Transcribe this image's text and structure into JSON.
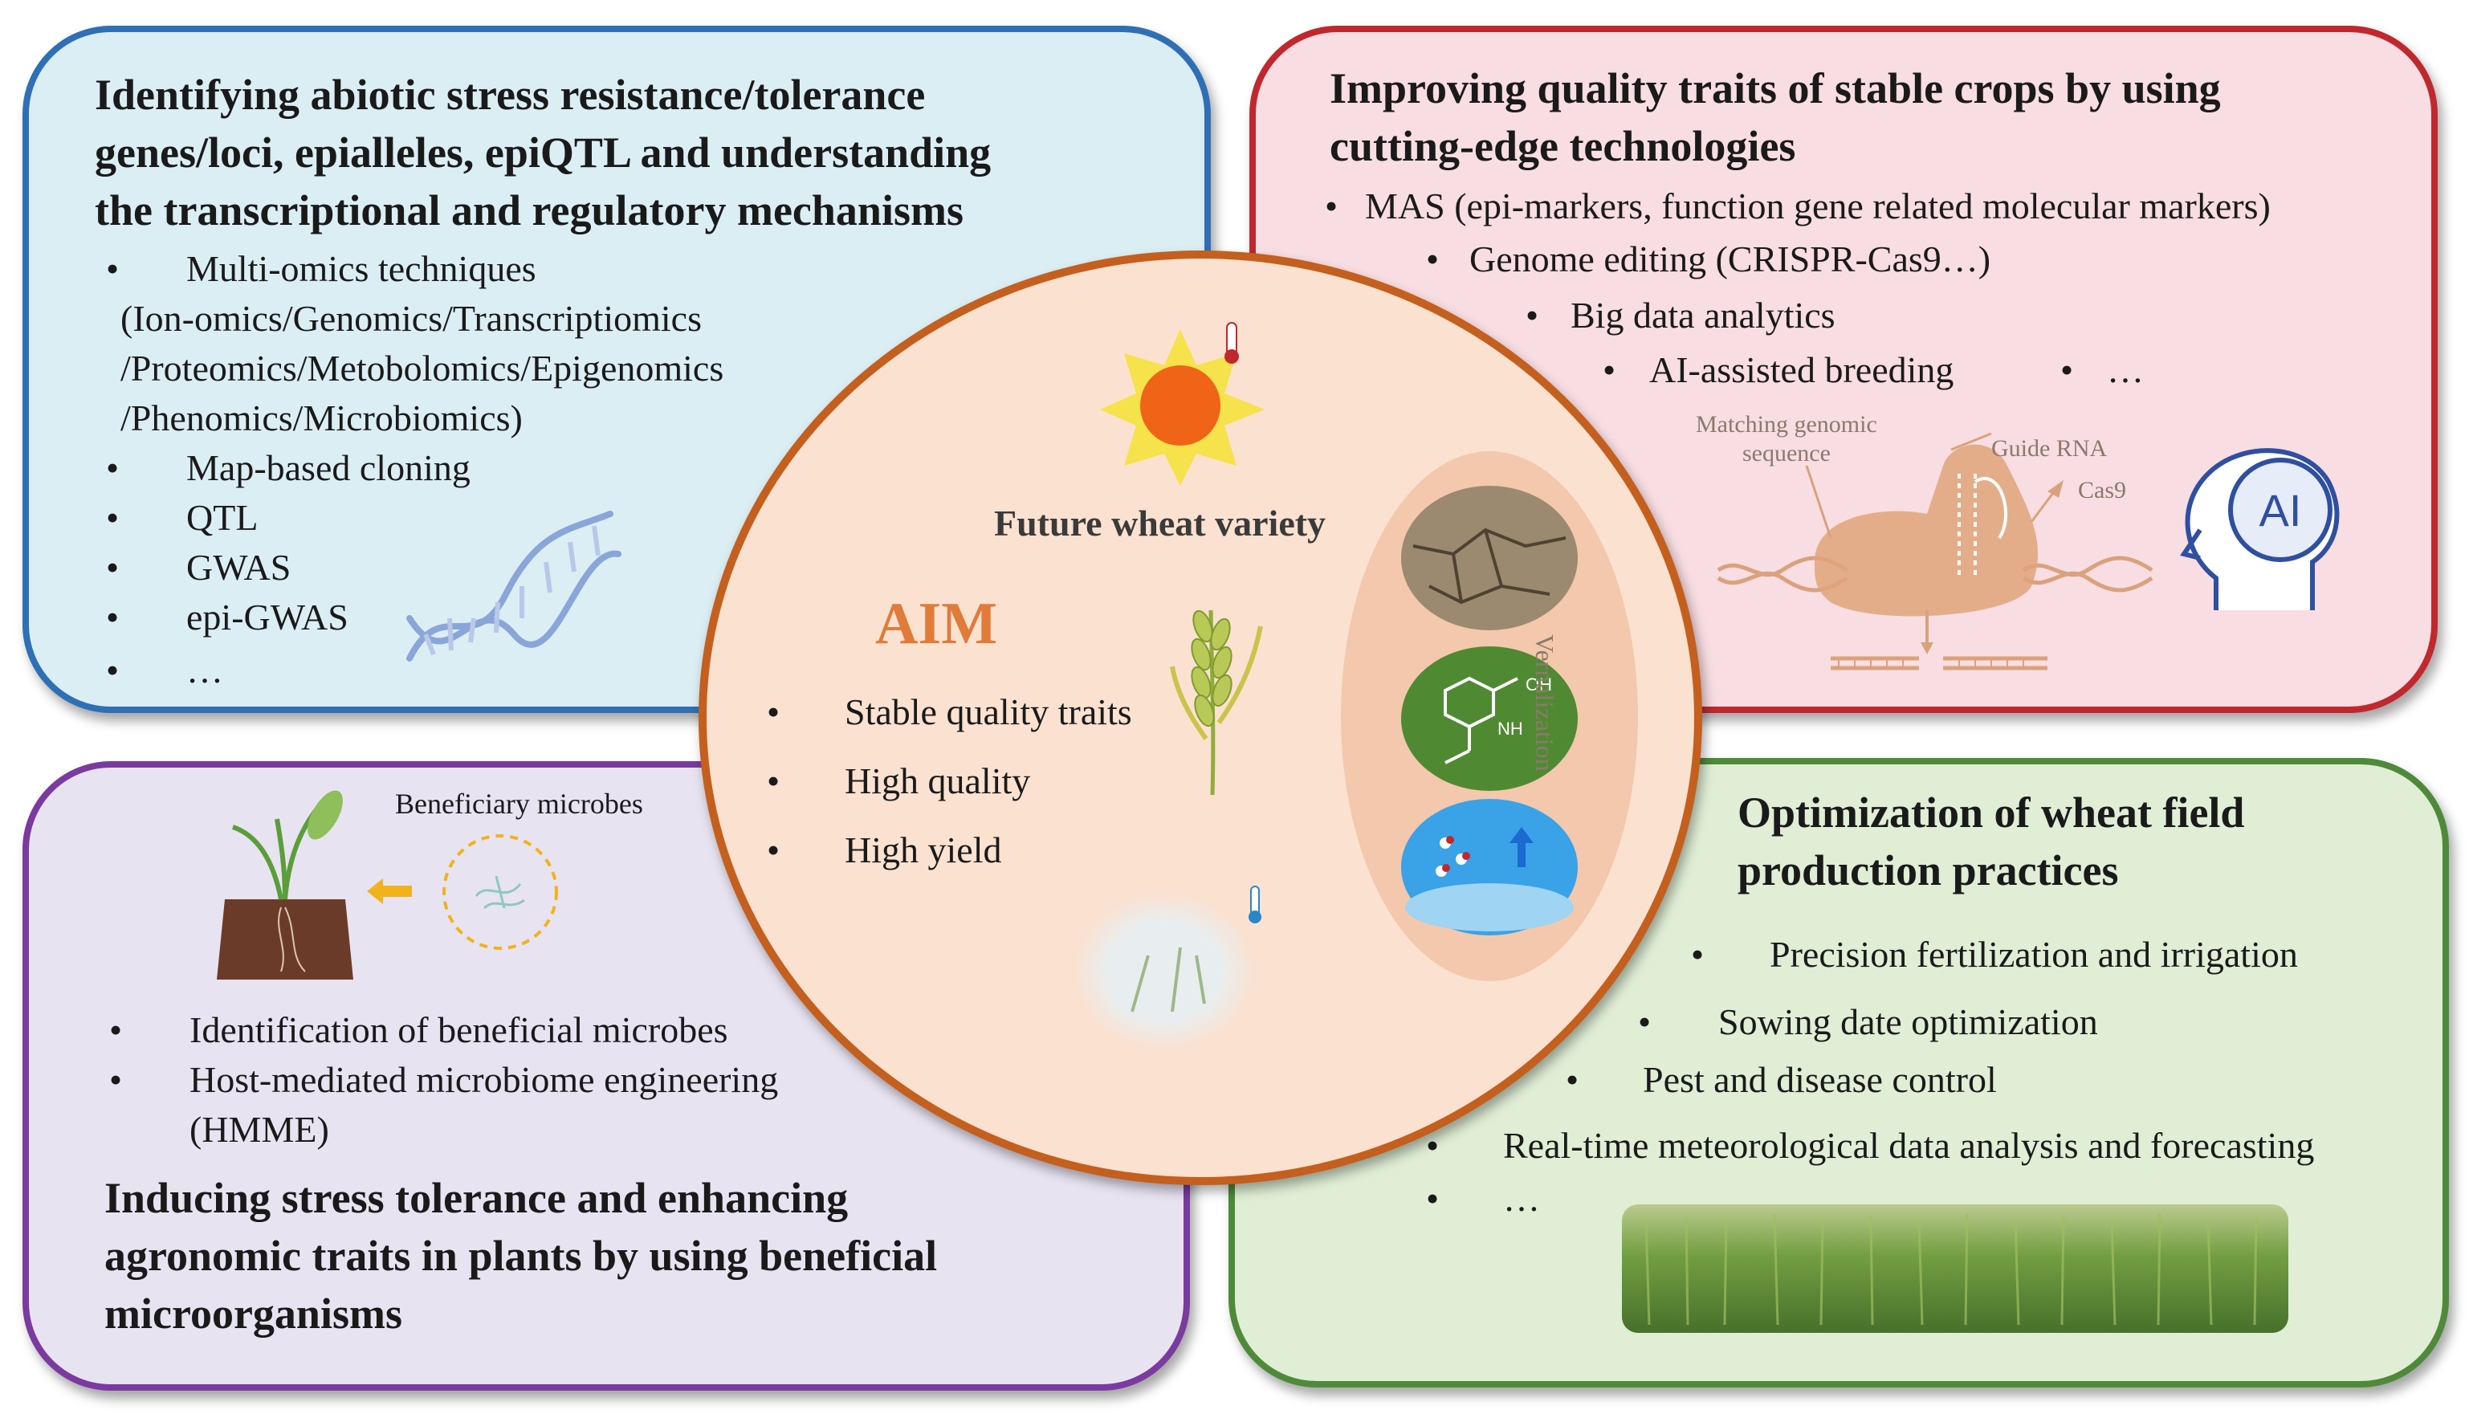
{
  "center": {
    "heading": "Future wheat variety",
    "aim": "AIM",
    "items": [
      "Stable quality traits",
      "High quality",
      "High yield"
    ],
    "vernalization": "Vernalization"
  },
  "panel_top_left": {
    "title_lines": [
      "Identifying abiotic stress resistance/tolerance",
      "genes/loci, epialleles, epiQTL and understanding",
      "the transcriptional and regulatory mechanisms"
    ],
    "multiomics_label": "Multi-omics techniques",
    "multiomics_lines": [
      "(Ion-omics/Genomics/Transcriptiomics",
      "/Proteomics/Metobolomics/Epigenomics",
      "/Phenomics/Microbiomics)"
    ],
    "items": [
      "Map-based cloning",
      "QTL",
      "GWAS",
      "epi-GWAS",
      "…"
    ]
  },
  "panel_top_right": {
    "title_lines": [
      "Improving quality traits of stable crops by using",
      "cutting-edge technologies"
    ],
    "items": [
      "MAS (epi-markers, function gene related molecular markers)",
      "Genome editing (CRISPR-Cas9…)",
      "Big data analytics",
      "AI-assisted breeding",
      "…"
    ],
    "crispr_labels": {
      "matching_line1": "Matching genomic",
      "matching_line2": "sequence",
      "guide_rna": "Guide RNA",
      "cas9": "Cas9"
    },
    "ai_text": "AI"
  },
  "panel_bottom_left": {
    "microbes_label": "Beneficiary microbes",
    "items": [
      "Identification of beneficial microbes",
      "Host-mediated microbiome engineering"
    ],
    "hmme": "(HMME)",
    "title_lines": [
      "Inducing stress tolerance and enhancing",
      "agronomic traits in plants by using beneficial",
      "microorganisms"
    ]
  },
  "panel_bottom_right": {
    "title_lines": [
      "Optimization of wheat field",
      "production practices"
    ],
    "items": [
      "Precision fertilization and irrigation",
      "Sowing date optimization",
      "Pest and disease control",
      "Real-time meteorological data analysis and forecasting",
      "…"
    ]
  },
  "colors": {
    "panel_tl_border": "#2f6fb6",
    "panel_tr_border": "#c0282e",
    "panel_bl_border": "#7a3aa0",
    "panel_br_border": "#4f8a3a",
    "center_border": "#c45f1e",
    "aim_text": "#e07b39"
  }
}
